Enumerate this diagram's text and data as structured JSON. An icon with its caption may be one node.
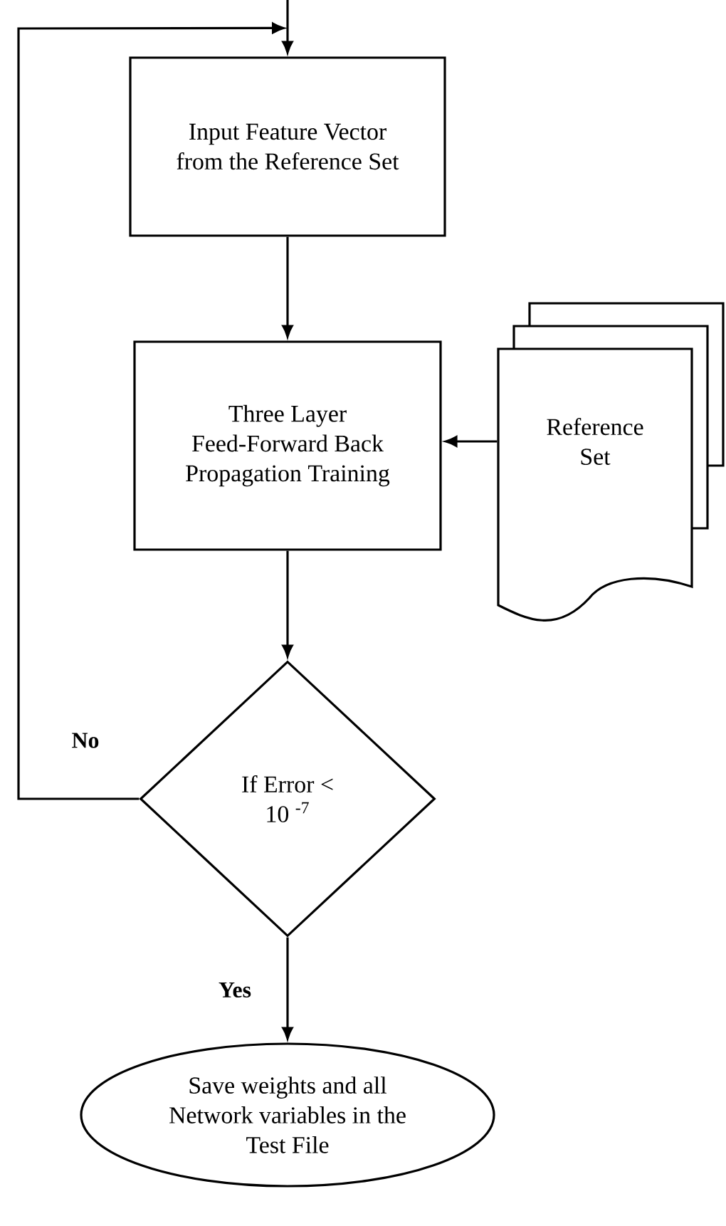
{
  "diagram": {
    "nodes": [
      {
        "text": [
          "Input Feature Vector from the Reference Set"
        ]
      },
      {
        "text": [
          "Three Layer Feed-Forward Back Propagation Training"
        ]
      },
      {
        "text": [
          "Reference Set"
        ]
      },
      {
        "text": [
          "If Error < 10 $^{-7}$"
        ]
      },
      {
        "text": [
          "Save weights and all Network variables in the Test File"
        ]
      }
    ],
    "edges": [
      {
        "from": null,
        "to": 0,
        "arrow": "to"
      },
      {
        "from": 0,
        "to": 1,
        "arrow": "to"
      },
      {
        "from": 2,
        "to": 1,
        "arrow": "to"
      },
      {
        "from": 1,
        "to": 3,
        "arrow": "to"
      },
      {
        "from": 3,
        "to": 0,
        "arrow": "to",
        "label": "No"
      },
      {
        "from": 3,
        "to": 4,
        "arrow": "to",
        "label": "Yes"
      }
    ]
  }
}
